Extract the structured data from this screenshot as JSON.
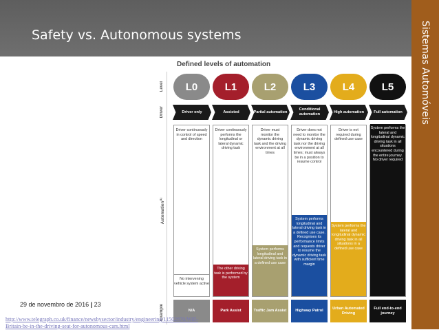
{
  "slide": {
    "title": "Safety vs. Autonomous systems",
    "sidebar_text": "Sistemas Automóveis",
    "date": "29 de novembro de 2016",
    "page_number": "23",
    "separator": "|",
    "link": "http://www.telegraph.co.uk/finance/newsbysector/industry/engineering/11502870/Will-Britain-be-in-the-driving-seat-for-autonomous-cars.html",
    "colors": {
      "title_bar": "#666666",
      "sidebar": "#a05d1c"
    }
  },
  "figure": {
    "title": "Defined levels of automation",
    "row_labels": {
      "level": "Level",
      "driver": "Driver",
      "automation": "Automation",
      "automation_sup": "(1)",
      "example": "Example"
    },
    "levels": [
      {
        "badge": "L0",
        "color": "#8a8a8a",
        "driver": "Driver only",
        "human_text": "Driver continuously in control of speed and direction",
        "system_text": "No intervening vehicle system active",
        "example": "N/A"
      },
      {
        "badge": "L1",
        "color": "#a41f2b",
        "driver": "Assisted",
        "human_text": "Driver continuously performs the longitudinal or lateral dynamic driving task",
        "system_text": "The other driving task is performed by the system",
        "example": "Park Assist"
      },
      {
        "badge": "L2",
        "color": "#a8a070",
        "driver": "Partial automation",
        "human_text": "Driver must monitor the dynamic driving task and the driving environment at all times",
        "system_text": "System performs longitudinal and lateral driving task in a defined use case",
        "example": "Traffic Jam Assist"
      },
      {
        "badge": "L3",
        "color": "#1b4fa0",
        "driver": "Conditional automation",
        "human_text": "Driver does not need to monitor the dynamic driving task nor the driving environment at all times; must always be in a position to resume control",
        "system_text": "System performs longitudinal and lateral driving task in a defined use case. Recognises its performance limits and requests driver to resume the dynamic driving task with sufficient time margin",
        "example": "Highway Patrol"
      },
      {
        "badge": "L4",
        "color": "#e3ac1c",
        "driver": "High automation",
        "human_text": "Driver is not required during defined use case",
        "system_text": "System performs the lateral and longitudinal dynamic driving task in all situations in a defined use case",
        "example": "Urban Automated Driving"
      },
      {
        "badge": "L5",
        "color": "#111111",
        "driver": "Full automation",
        "human_text": "",
        "system_text": "System performs the lateral and longitudinal dynamic driving task in all situations encountered during the entire journey. No driver required",
        "example": "Full end-to-end journey"
      }
    ]
  }
}
